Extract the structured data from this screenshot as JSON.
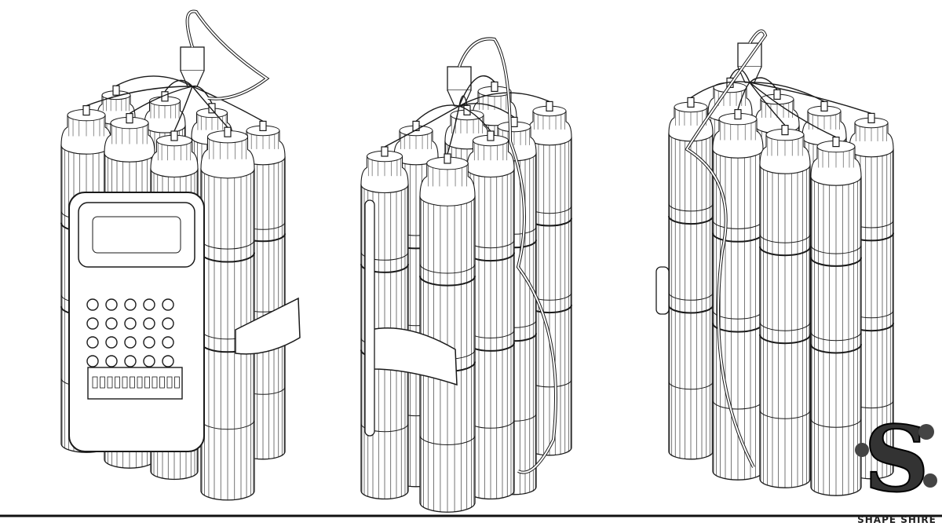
{
  "views": [
    {
      "name": "front-view-with-detonator-panel"
    },
    {
      "name": "side-view"
    },
    {
      "name": "rear-view"
    }
  ],
  "logo": {
    "letter": "S",
    "brand_name": "SHAPE SHIRE"
  },
  "colors": {
    "line": "#1a1a1a",
    "background": "#ffffff"
  }
}
